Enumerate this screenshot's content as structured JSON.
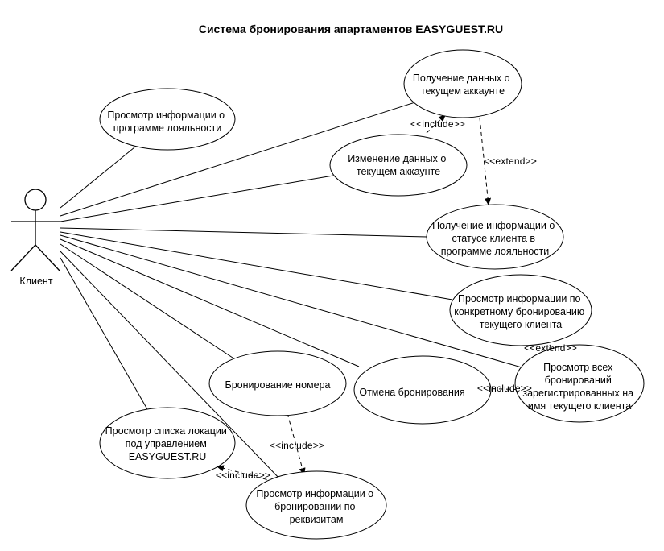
{
  "diagram": {
    "title": "Система бронирования апартаментов EASYGUEST.RU",
    "actor": {
      "name": "Клиент"
    },
    "use_cases": [
      {
        "id": "uc-loyalty-info",
        "lines": [
          "Просмотр информации о",
          "программе лояльности"
        ]
      },
      {
        "id": "uc-account-data",
        "lines": [
          "Получение данных о",
          "текущем аккаунте"
        ]
      },
      {
        "id": "uc-change-account",
        "lines": [
          "Изменение данных о",
          "текущем аккаунте"
        ]
      },
      {
        "id": "uc-client-status",
        "lines": [
          "Получение информации о",
          "статусе клиента в",
          "программе лояльности"
        ]
      },
      {
        "id": "uc-specific-booking",
        "lines": [
          "Просмотр информации по",
          "конкретному бронированию",
          "текущего клиента"
        ]
      },
      {
        "id": "uc-all-bookings",
        "lines": [
          "Просмотр всех",
          "бронирований",
          "зарегистрированных на",
          "имя текущего клиента"
        ]
      },
      {
        "id": "uc-cancel-booking",
        "lines": [
          "Отмена бронирования"
        ]
      },
      {
        "id": "uc-book-room",
        "lines": [
          "Бронирование номера"
        ]
      },
      {
        "id": "uc-locations",
        "lines": [
          "Просмотр списка локации",
          "под управлением",
          "EASYGUEST.RU"
        ]
      },
      {
        "id": "uc-booking-by-details",
        "lines": [
          "Просмотр информации о",
          "бронировании по",
          "реквизитам"
        ]
      }
    ],
    "relationships": [
      {
        "id": "rel-include-change-account",
        "label": "<<include>>"
      },
      {
        "id": "rel-extend-client-status",
        "label": "<<extend>>"
      },
      {
        "id": "rel-extend-all-bookings",
        "label": "<<extend>>"
      },
      {
        "id": "rel-include-cancel",
        "label": "<<include>>"
      },
      {
        "id": "rel-include-book-room",
        "label": "<<include>>"
      },
      {
        "id": "rel-include-locations",
        "label": "<<include>>"
      }
    ]
  }
}
